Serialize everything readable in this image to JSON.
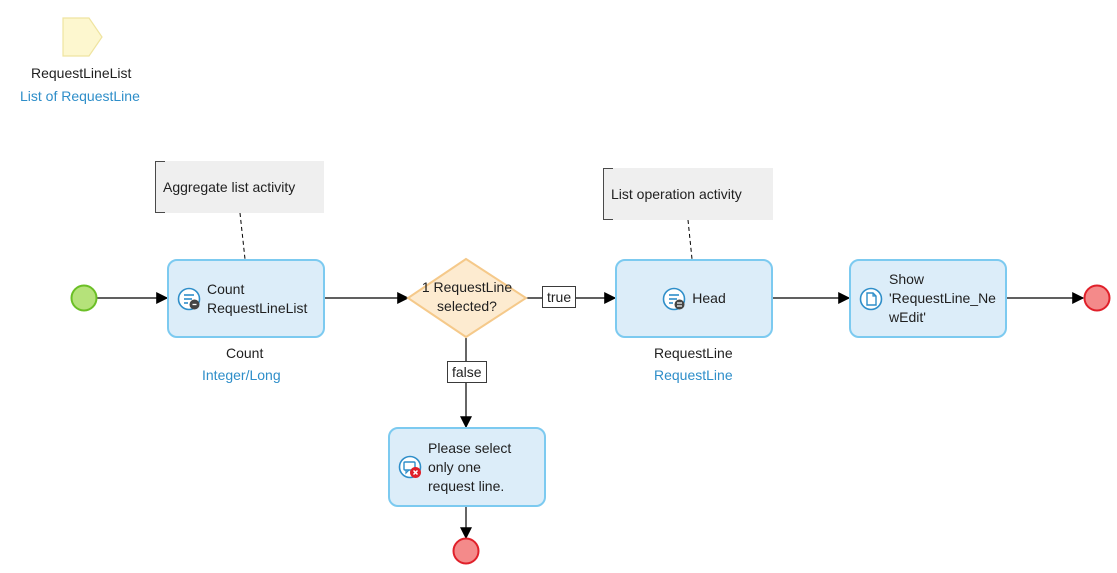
{
  "parameter": {
    "name": "RequestLineList",
    "type": "List of RequestLine"
  },
  "annotations": {
    "aggregate": "Aggregate list activity",
    "list_operation": "List operation activity"
  },
  "activities": {
    "count": {
      "line1": "Count",
      "line2": "RequestLineList",
      "output_name": "Count",
      "output_type": "Integer/Long",
      "icon": "aggregate-list-icon"
    },
    "head": {
      "label": "Head",
      "output_name": "RequestLine",
      "output_type": "RequestLine",
      "icon": "list-operation-icon"
    },
    "show_page": {
      "line1": "Show",
      "line2": "'RequestLine_Ne",
      "line3": "wEdit'",
      "icon": "show-page-icon"
    },
    "message": {
      "line1": "Please select",
      "line2": "only one",
      "line3": "request line.",
      "icon": "show-message-error-icon"
    }
  },
  "decision": {
    "line1": "1 RequestLine",
    "line2": "selected?",
    "true_label": "true",
    "false_label": "false"
  },
  "colors": {
    "activity_fill": "#dcedf9",
    "activity_border": "#7ccaf0",
    "decision_fill": "#fdebd0",
    "decision_border": "#f5c98a",
    "start_fill": "#b5e27a",
    "start_border": "#6bbf26",
    "end_fill": "#f48a8a",
    "end_border": "#e0202a",
    "type_text": "#2e8ec9"
  }
}
